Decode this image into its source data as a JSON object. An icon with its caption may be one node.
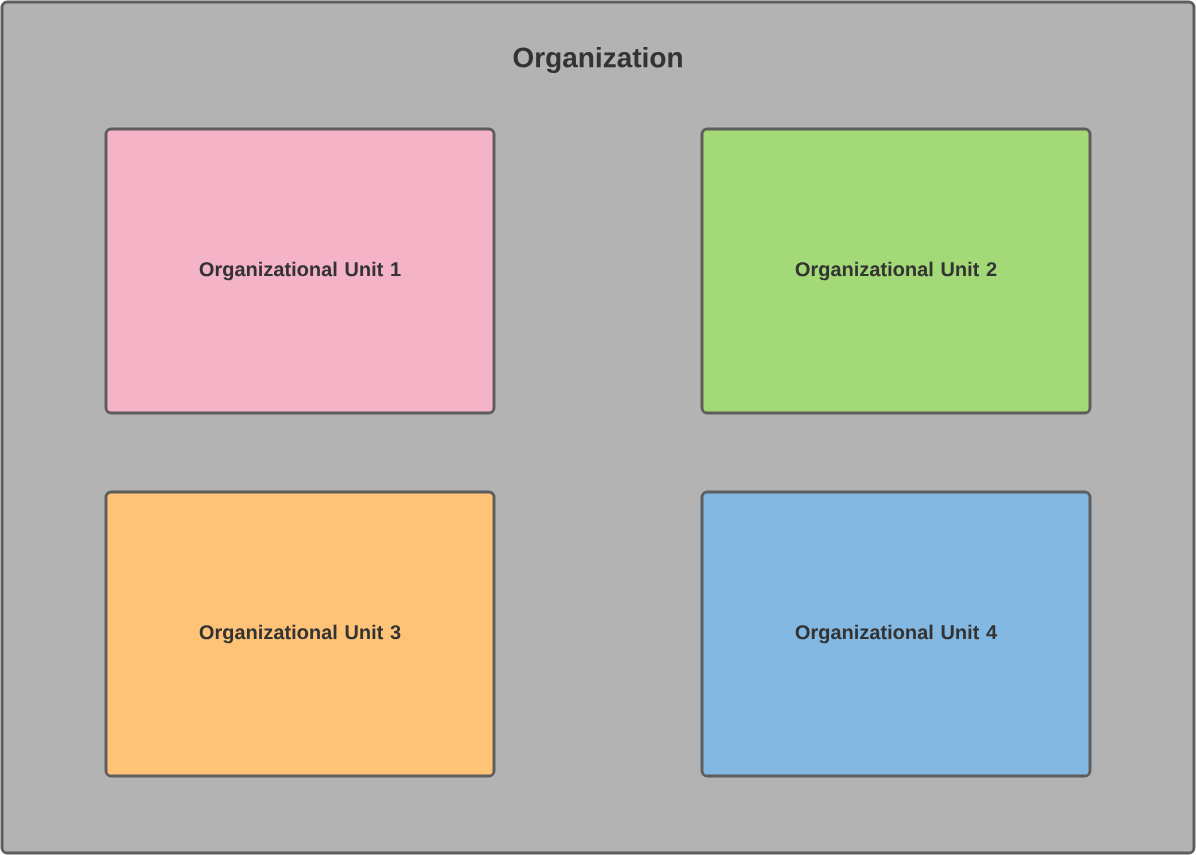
{
  "diagram": {
    "nodes": [
      {
        "text": [
          "Organization"
        ]
      },
      {
        "text": [
          "Organizational Unit 1"
        ],
        "in": 0
      },
      {
        "text": [
          "Organizational Unit 2"
        ],
        "in": 0
      },
      {
        "text": [
          "Organizational Unit 3"
        ],
        "in": 0
      },
      {
        "text": [
          "Organizational Unit 4"
        ],
        "in": 0
      }
    ]
  }
}
